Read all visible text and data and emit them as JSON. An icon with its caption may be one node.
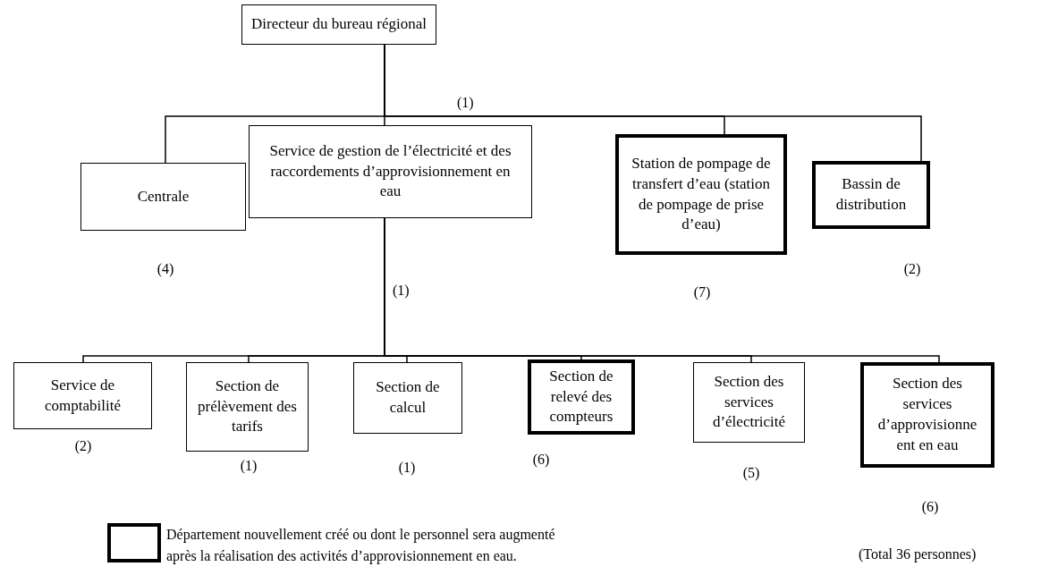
{
  "diagram": {
    "nodes": [
      {
        "text": [
          "Directeur du bureau régional"
        ]
      },
      {
        "text": [
          "Centrale"
        ],
        "beside": [
          "(4)"
        ]
      },
      {
        "text": [
          "Service de gestion de l’électricité et des raccordements d’approvisionnement en eau"
        ]
      },
      {
        "text": [
          "Station de pompage de transfert d’eau (station de pompage de prise d’eau)"
        ],
        "beside": [
          "(7)"
        ]
      },
      {
        "text": [
          "Bassin de distribution"
        ],
        "beside": [
          "(2)"
        ]
      },
      {
        "text": [
          "Service de comptabilité"
        ],
        "beside": [
          "(2)"
        ]
      },
      {
        "text": [
          "Section de prélèvement des tarifs"
        ],
        "beside": [
          "(1)"
        ]
      },
      {
        "text": [
          "Section de calcul"
        ],
        "beside": [
          "(1)"
        ]
      },
      {
        "text": [
          "Section de relevé des compteurs"
        ],
        "beside": [
          "(6)"
        ]
      },
      {
        "text": [
          "Section des services d’électricité"
        ],
        "beside": [
          "(5)"
        ]
      },
      {
        "text": [
          "Section des services d’approvisionne ent en eau"
        ],
        "beside": [
          "(6)"
        ]
      }
    ],
    "edges": [
      {
        "from": 0,
        "to": 1,
        "arrow": "none"
      },
      {
        "from": 0,
        "to": 2,
        "arrow": "none"
      },
      {
        "from": 0,
        "to": 3,
        "arrow": "none"
      },
      {
        "from": 0,
        "to": 4,
        "arrow": "none"
      },
      {
        "from": 2,
        "to": 5,
        "arrow": "none"
      },
      {
        "from": 2,
        "to": 6,
        "arrow": "none"
      },
      {
        "from": 2,
        "to": 7,
        "arrow": "none"
      },
      {
        "from": 2,
        "to": 8,
        "arrow": "none"
      },
      {
        "from": 2,
        "to": 9,
        "arrow": "none"
      },
      {
        "from": 2,
        "to": 10,
        "arrow": "none"
      }
    ],
    "labels": [
      "(1)",
      "(1)",
      "(Total 36 personnes)"
    ],
    "legend": [
      {
        "text": "Département nouvellement créé ou dont le personnel sera augmenté après la réalisation des activités d’approvisionnement en eau."
      }
    ]
  }
}
